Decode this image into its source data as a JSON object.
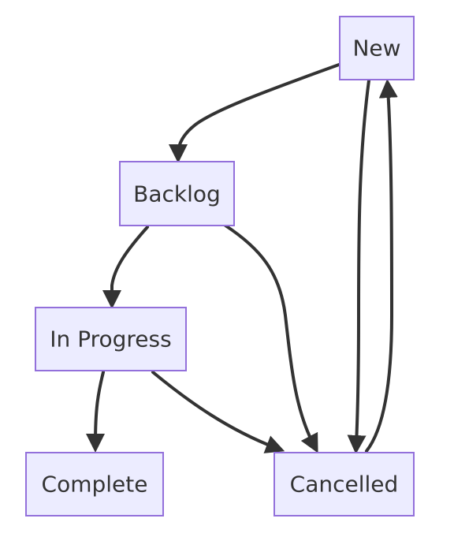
{
  "colors": {
    "node_fill": "#ECECFF",
    "node_stroke": "#9370DB",
    "edge": "#333333",
    "text": "#333333"
  },
  "nodes": [
    {
      "id": "new",
      "label": "New"
    },
    {
      "id": "backlog",
      "label": "Backlog"
    },
    {
      "id": "in_progress",
      "label": "In Progress"
    },
    {
      "id": "complete",
      "label": "Complete"
    },
    {
      "id": "cancelled",
      "label": "Cancelled"
    }
  ],
  "edges": [
    {
      "from": "new",
      "to": "backlog"
    },
    {
      "from": "new",
      "to": "cancelled"
    },
    {
      "from": "cancelled",
      "to": "new"
    },
    {
      "from": "backlog",
      "to": "in_progress"
    },
    {
      "from": "backlog",
      "to": "cancelled"
    },
    {
      "from": "in_progress",
      "to": "complete"
    },
    {
      "from": "in_progress",
      "to": "cancelled"
    }
  ]
}
